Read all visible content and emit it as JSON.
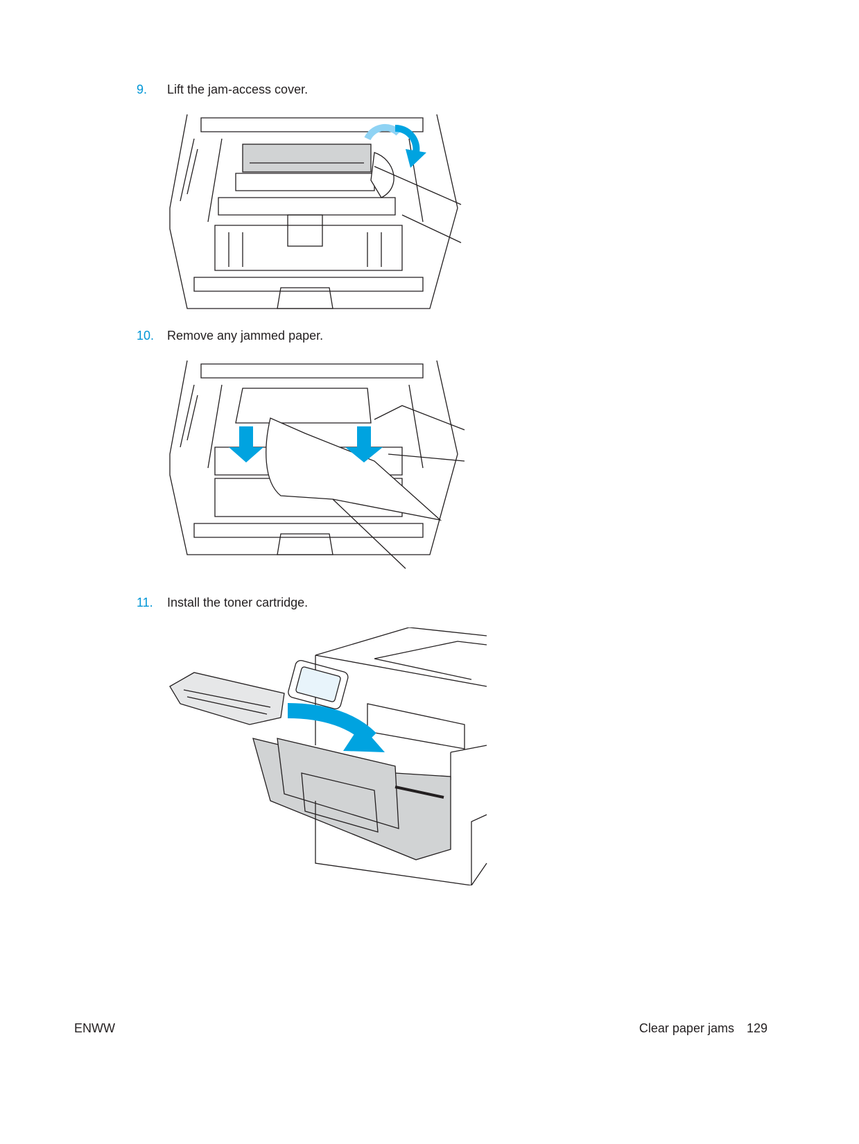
{
  "steps": [
    {
      "number": "9.",
      "text": "Lift the jam-access cover."
    },
    {
      "number": "10.",
      "text": "Remove any jammed paper."
    },
    {
      "number": "11.",
      "text": "Install the toner cartridge."
    }
  ],
  "footer": {
    "left": "ENWW",
    "section": "Clear paper jams",
    "page": "129"
  },
  "colors": {
    "accent": "#0096d6",
    "arrow": "#00a3e0",
    "fill_gray": "#d1d3d4"
  }
}
